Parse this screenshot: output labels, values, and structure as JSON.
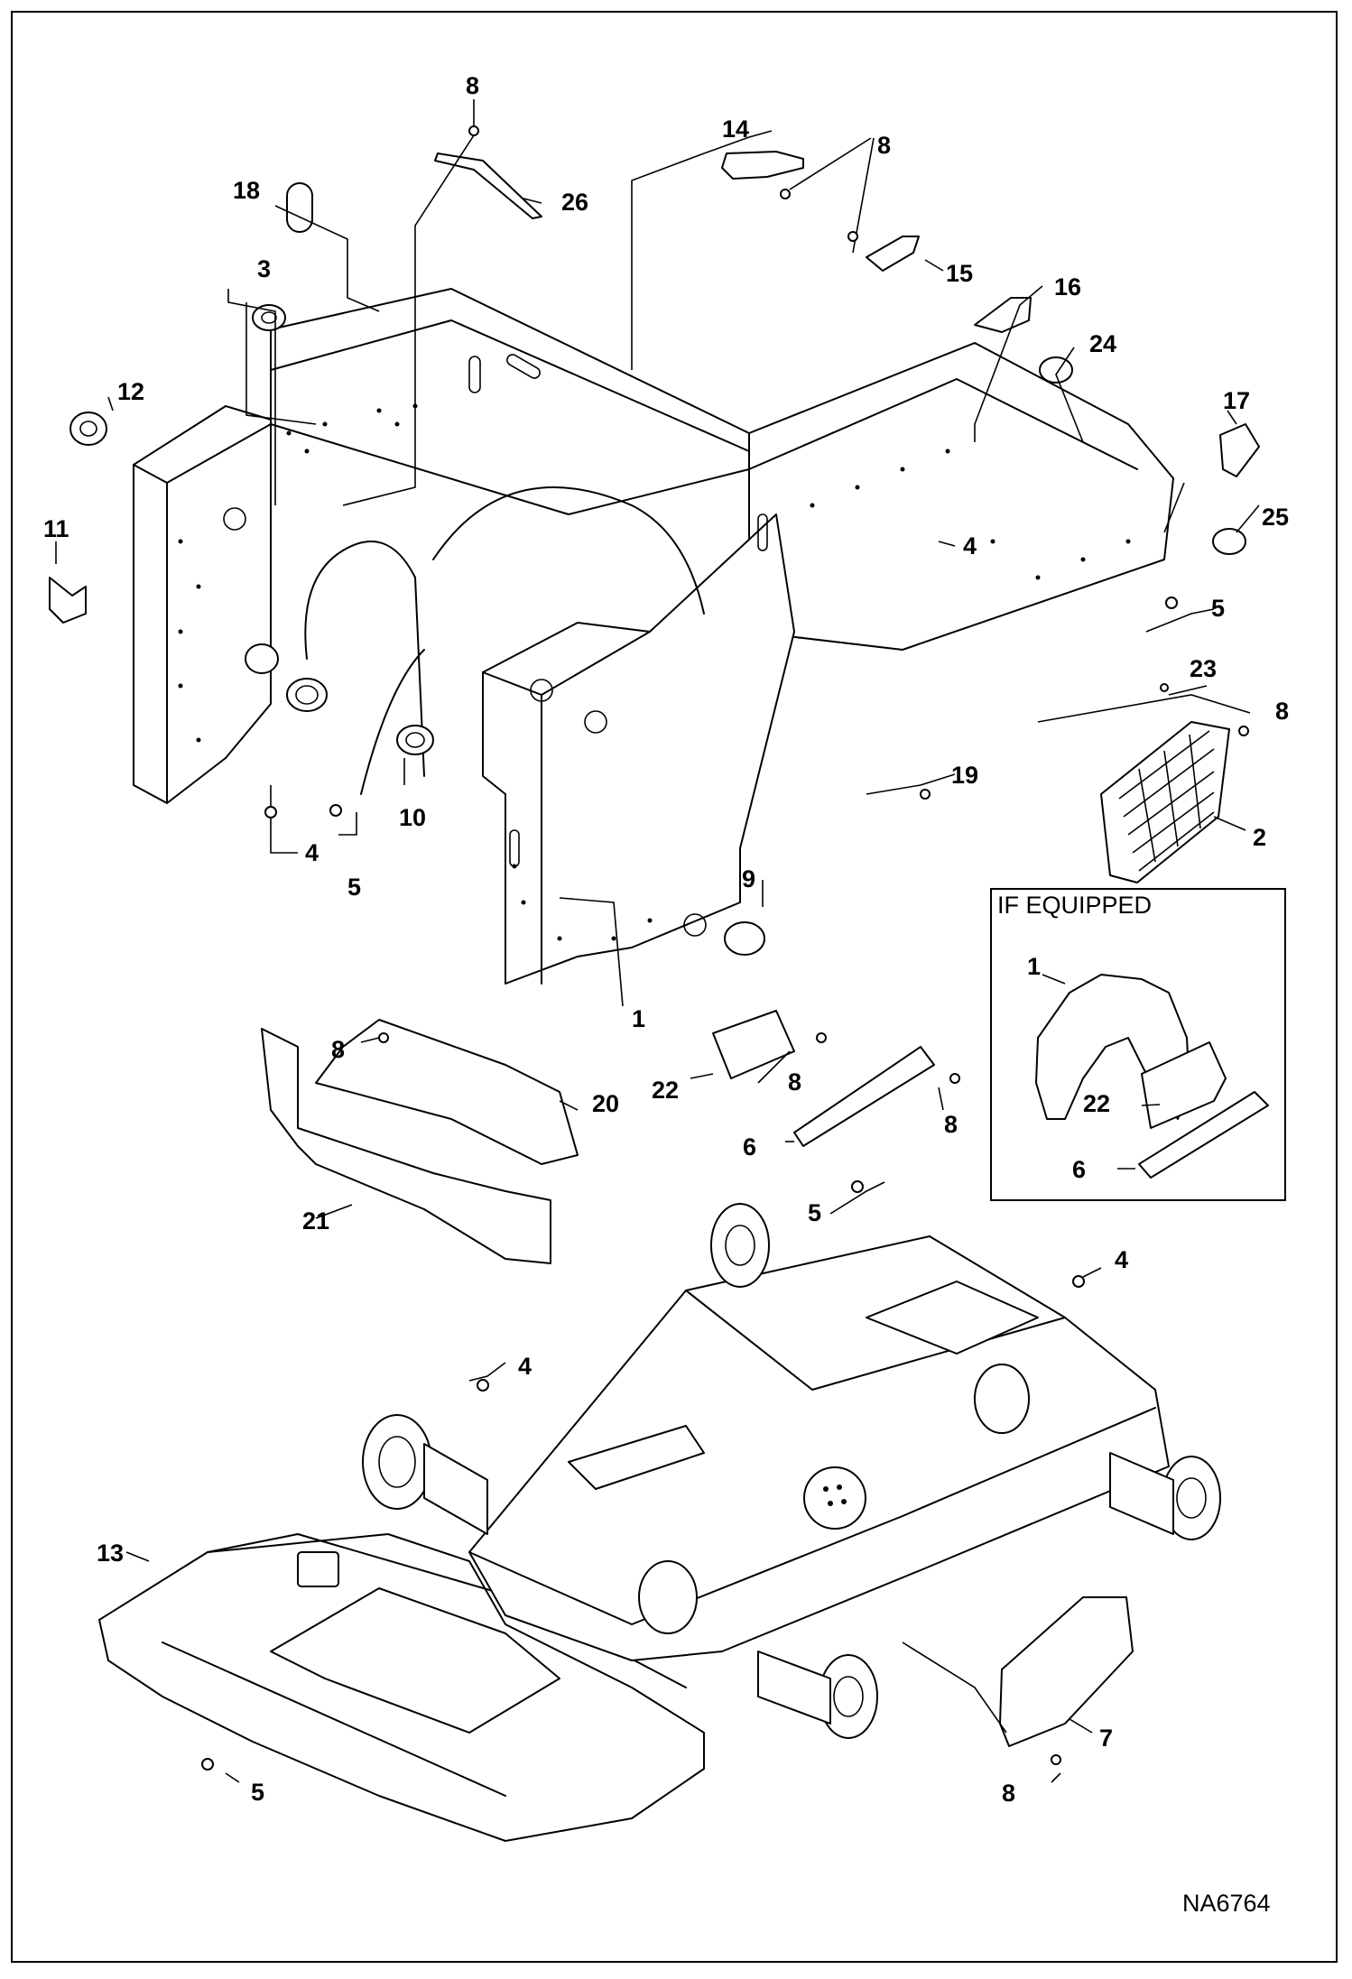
{
  "drawing_number": "NA6764",
  "inset": {
    "title": "IF EQUIPPED"
  },
  "callouts": {
    "c1": "1",
    "c2": "2",
    "c3": "3",
    "c4": "4",
    "c5": "5",
    "c6": "6",
    "c7": "7",
    "c8": "8",
    "c9": "9",
    "c10": "10",
    "c11": "11",
    "c12": "12",
    "c13": "13",
    "c14": "14",
    "c15": "15",
    "c16": "16",
    "c17": "17",
    "c18": "18",
    "c19": "19",
    "c20": "20",
    "c21": "21",
    "c22": "22",
    "c23": "23",
    "c24": "24",
    "c25": "25",
    "c26": "26"
  }
}
